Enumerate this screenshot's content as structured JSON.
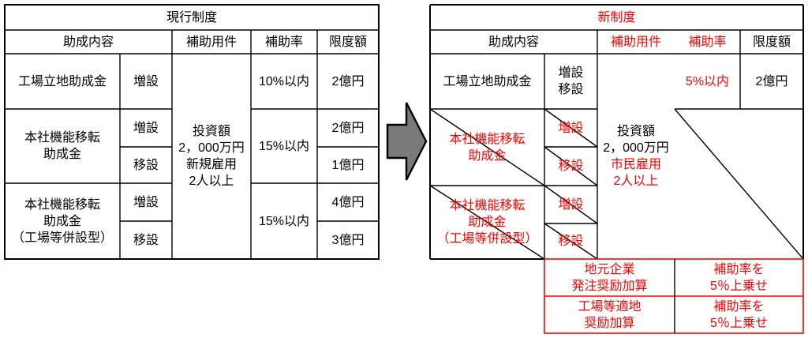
{
  "colors": {
    "highlight_red": "#ff0000",
    "line_black": "#000000",
    "arrow_gray": "#7a7a7a"
  },
  "left_table": {
    "title": "現行制度",
    "headers": [
      "助成内容",
      "補助用件",
      "補助率",
      "限度額"
    ],
    "requirement": "投資額\n2，000万円\n新規雇用\n2人以上",
    "sections": [
      {
        "name": "工場立地助成金",
        "types": [
          "増設"
        ],
        "rate": "10%以内",
        "limits": [
          "2億円"
        ]
      },
      {
        "name": "本社機能移転\n助成金",
        "types": [
          "増設",
          "移設"
        ],
        "rate": "15%以内",
        "limits": [
          "2億円",
          "1億円"
        ]
      },
      {
        "name": "本社機能移転\n助成金\n（工場等併設型）",
        "types": [
          "増設",
          "移設"
        ],
        "rate": "15%以内",
        "limits": [
          "4億円",
          "3億円"
        ]
      }
    ]
  },
  "right_table": {
    "title": "新制度",
    "headers": [
      "助成内容",
      "補助用件",
      "補助率",
      "限度額"
    ],
    "row1": {
      "name": "工場立地助成金",
      "type": "増設\n移設",
      "rate": "5%以内",
      "limit": "2億円"
    },
    "requirement_black": "投資額\n2，000万円",
    "requirement_red": "市民雇用\n2人以上",
    "crossed_sections": [
      {
        "name": "本社機能移転\n助成金",
        "types": [
          "増設",
          "移設"
        ]
      },
      {
        "name": "本社機能移転\n助成金\n（工場等併設型）",
        "types": [
          "増設",
          "移設"
        ]
      }
    ],
    "bonus_rows": [
      {
        "label": "地元企業\n発注奨励加算",
        "effect": "補助率を\n5％上乗せ"
      },
      {
        "label": "工場等適地\n奨励加算",
        "effect": "補助率を\n5％上乗せ"
      }
    ]
  }
}
